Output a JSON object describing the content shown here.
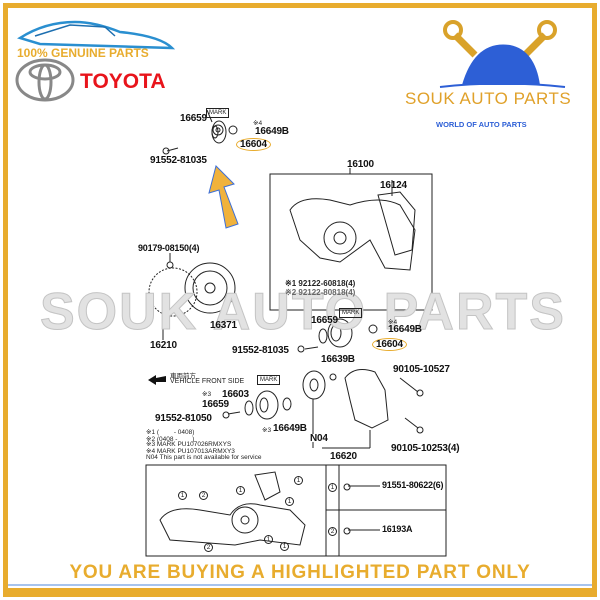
{
  "header": {
    "tagline": "100% GENUINE PARTS",
    "brand": "TOYOTA",
    "store_name": "SOUK AUTO PARTS",
    "store_slogan": "WORLD OF AUTO PARTS"
  },
  "watermark": "SOUK AUTO PARTS",
  "colors": {
    "gold": "#e8ac2e",
    "toyota_red": "#e8141b",
    "blue": "#2d5fd6"
  },
  "diagram": {
    "top_group": {
      "washer": "16659",
      "mark": "MARK",
      "note4": "※4",
      "spacer": "16649B",
      "pulley": "16604",
      "bolt": "91552-81035"
    },
    "pump": {
      "assembly": "16100",
      "gasket": "16124",
      "stud1": "※1 92122-60818(4)",
      "stud2": "※2 92122-80818(4)"
    },
    "fan": {
      "nut": "90179-08150(4)",
      "pulley": "16371",
      "coupling": "16210"
    },
    "mid_group": {
      "washer": "16659",
      "mark": "MARK",
      "note4": "※4",
      "spacer": "16649B",
      "pulley": "16604",
      "bolt": "91552-81035",
      "nut": "16639B",
      "bolt2": "90105-10527"
    },
    "direction": {
      "jp": "車両前方",
      "en": "VEHICLE FRONT SIDE"
    },
    "low_group": {
      "mark": "MARK",
      "note3a": "※3",
      "pulley": "16603",
      "washer": "16659",
      "bolt": "91552-81050",
      "note3b": "※3",
      "spacer": "16649B",
      "n04": "N04",
      "tensioner": "16620",
      "bolt3": "90105-10253(4)"
    },
    "notes": [
      "※1 (　　 - 0408)",
      "※2 (0408 - 　　)",
      "※3 MARK PU107026RMXYS",
      "※4 MARK PU107013ARMXY3",
      "N04  This part is not available for service"
    ],
    "table": [
      {
        "key": "1",
        "part": "91551-80622(6)"
      },
      {
        "key": "2",
        "part": "16193A"
      }
    ],
    "callouts": [
      "1",
      "2",
      "1",
      "1",
      "1",
      "1",
      "2",
      "1",
      "1"
    ]
  },
  "footer": "YOU ARE BUYING A HIGHLIGHTED PART ONLY"
}
